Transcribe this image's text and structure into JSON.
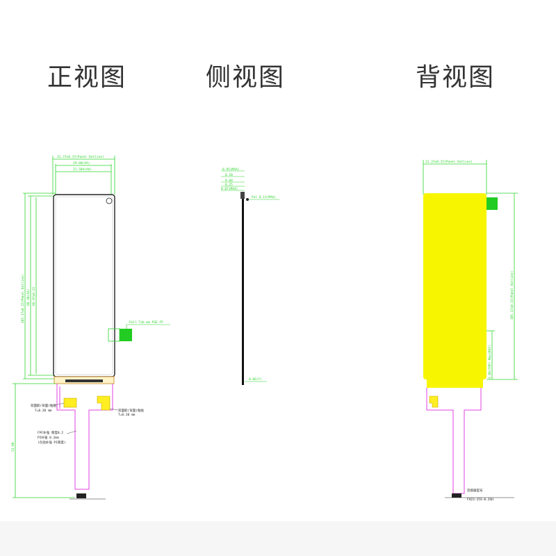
{
  "views": {
    "front": "正视图",
    "side": "侧视图",
    "back": "背视图"
  },
  "front_annotations": {
    "outer_width": "31.37±0.15(Panel Outline)",
    "inner_width": "29.00(AA)",
    "active_width": "21.504(AA)",
    "outer_height": "105.17±0.15(Panel Outline)",
    "inner_height": "98.30(AA)",
    "active_height": "96.97±0.15",
    "tab_label": "Pull Tab mm PSE FP",
    "stiffener_left": "双面胶(背面)粘贴",
    "stiffener_left_sub": "T=0.20 mm",
    "stiffener_right": "双面胶(背面)粘贴",
    "stiffener_right_sub": "T=0.20 mm",
    "fpc_note": "FPC补强 厚度0.2",
    "fpc_note_sub": "PI补强 0.2mm",
    "fpc_note_sub2": "(包括补强 PI厚度)",
    "fpc_length": "31.00"
  },
  "side_annotations": {
    "t1": "0.95(MAX)",
    "t2": "0.10",
    "t3": "0.60",
    "t4": "0.25",
    "t5": "0.07(MAX)",
    "pol": "Pol 0.11(MAX)",
    "bottom": "0.06(F)"
  },
  "back_annotations": {
    "outer_width": "31.37±0.15(Panel Outline)",
    "outer_height": "105.17±0.15(Panel Outline)",
    "lower": "4.80(TOP) Max(REF)",
    "connector": "连接器型号",
    "connector_sub": "FH23-15S-0.3SH"
  },
  "colors": {
    "dimension": "#2bd42b",
    "fpc": "#e040e0",
    "stiffener": "#ffee22",
    "backplate": "#f7f500",
    "panel_edge": "#222222",
    "pad": "#22cc22"
  }
}
